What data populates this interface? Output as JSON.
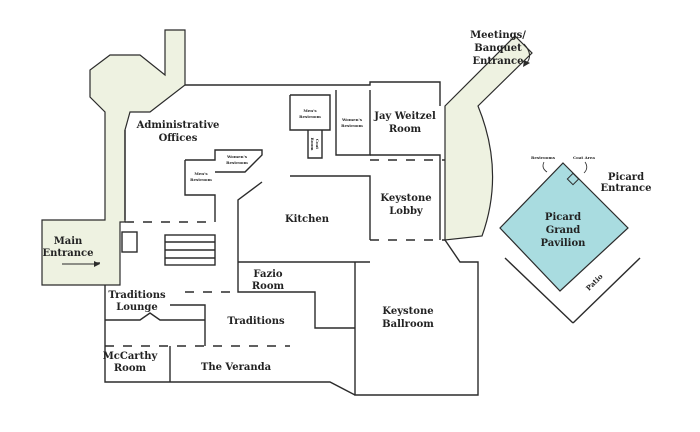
{
  "labels": {
    "meetings_entrance": [
      "Meetings/",
      "Banquet",
      "Entrance"
    ],
    "admin_offices": [
      "Administrative",
      "Offices"
    ],
    "mens_restroom_upper": [
      "Men's",
      "Restroom"
    ],
    "womens_restroom_upper": [
      "Women's",
      "Restroom"
    ],
    "coat_room": [
      "Coat",
      "Room"
    ],
    "jay_weitzel": [
      "Jay Weitzel",
      "Room"
    ],
    "womens_restroom_lower": [
      "Women's",
      "Restroom"
    ],
    "mens_restroom_lower": [
      "Men's",
      "Restroom"
    ],
    "kitchen": "Kitchen",
    "keystone_lobby": [
      "Keystone",
      "Lobby"
    ],
    "main_entrance": [
      "Main",
      "Entrance"
    ],
    "fazio_room": [
      "Fazio",
      "Room"
    ],
    "traditions_lounge": [
      "Traditions",
      "Lounge"
    ],
    "traditions": "Traditions",
    "keystone_ballroom": [
      "Keystone",
      "Ballroom"
    ],
    "mccarthy_room": [
      "McCarthy",
      "Room"
    ],
    "veranda": "The Veranda",
    "restrooms": "Restrooms",
    "coat_area": "Coat Area",
    "picard_entrance": [
      "Picard",
      "Entrance"
    ],
    "picard_pavilion": [
      "Picard",
      "Grand",
      "Pavilion"
    ],
    "patio": "Patio"
  },
  "colors": {
    "corridor": "#eef2e1",
    "pavilion": "#a9dce0",
    "wall": "#2b2b2b"
  }
}
